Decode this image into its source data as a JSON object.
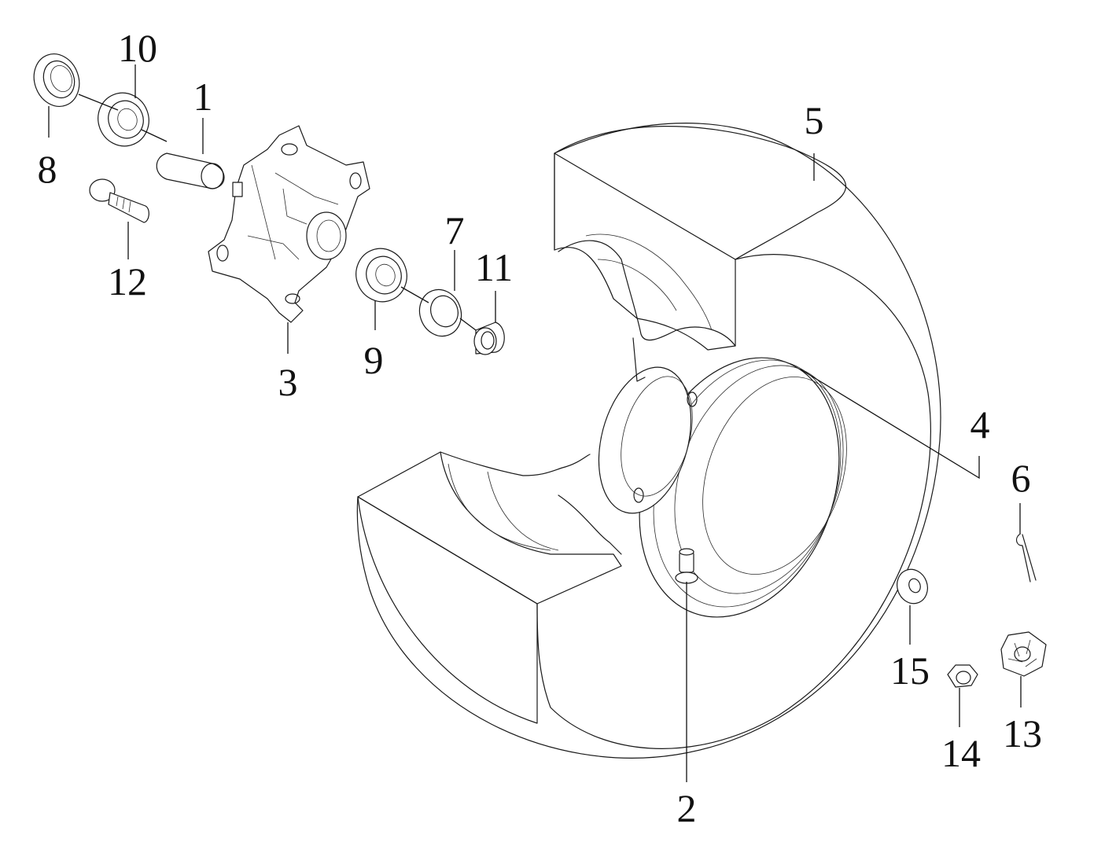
{
  "diagram": {
    "type": "exploded-parts-view",
    "callouts": {
      "p1": "1",
      "p2": "2",
      "p3": "3",
      "p4": "4",
      "p5": "5",
      "p6": "6",
      "p7": "7",
      "p8": "8",
      "p9": "9",
      "p10": "10",
      "p11": "11",
      "p12": "12",
      "p13": "13",
      "p14": "14",
      "p15": "15"
    },
    "colors": {
      "line": "#1a1a1a",
      "background": "#ffffff"
    }
  }
}
